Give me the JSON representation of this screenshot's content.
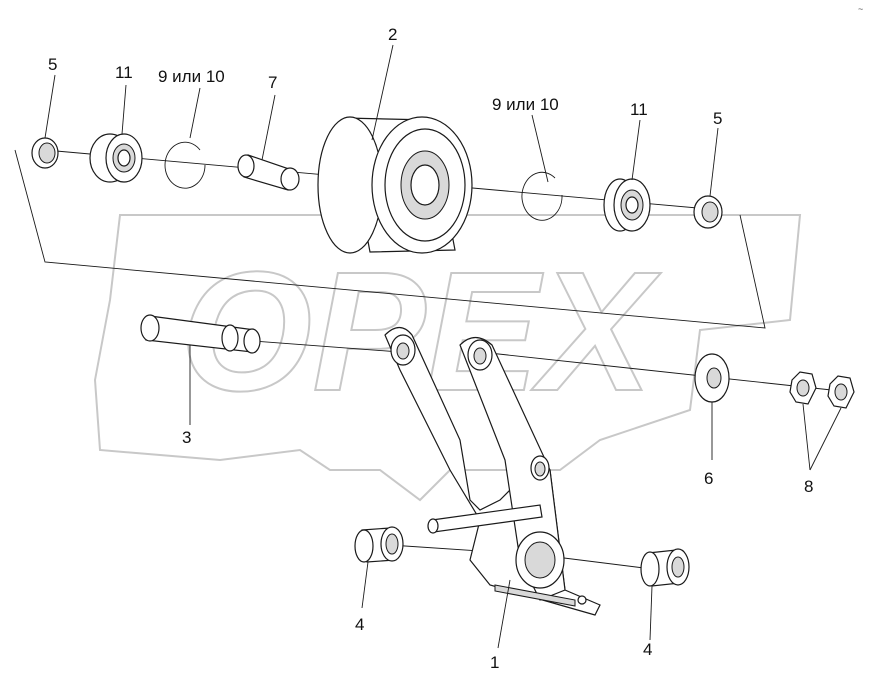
{
  "watermark": {
    "text": "OPEX"
  },
  "corner_mark": "~ ",
  "callouts": {
    "c1": "1",
    "c2": "2",
    "c3": "3",
    "c4_left": "4",
    "c4_right": "4",
    "c5_left": "5",
    "c5_right": "5",
    "c6": "6",
    "c7": "7",
    "c8": "8",
    "c9_left": "9 или 10",
    "c9_right": "9 или 10",
    "c11_left": "11",
    "c11_right": "11"
  }
}
